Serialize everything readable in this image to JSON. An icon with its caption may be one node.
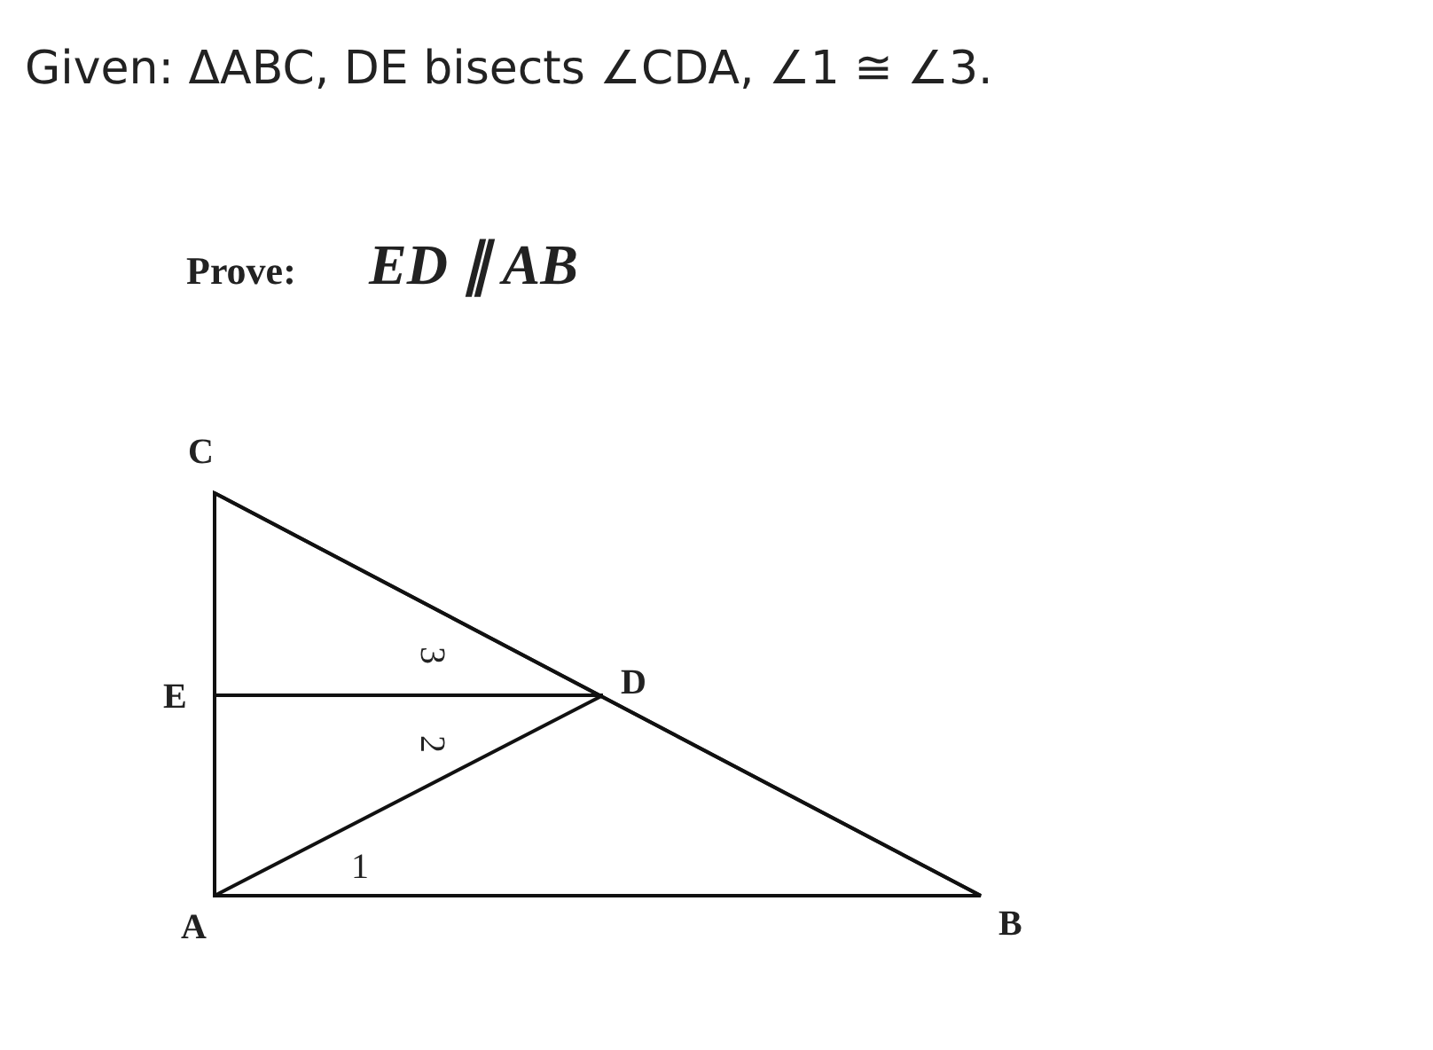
{
  "diagram": {
    "title": "Given: ΔABC, DE bisects ∠CDA, ∠1 ≅ ∠3.",
    "labels": [
      "Prove:",
      "ED ∥ AB",
      "C",
      "3",
      "E",
      "D",
      "2",
      "1",
      "A",
      "B"
    ]
  }
}
